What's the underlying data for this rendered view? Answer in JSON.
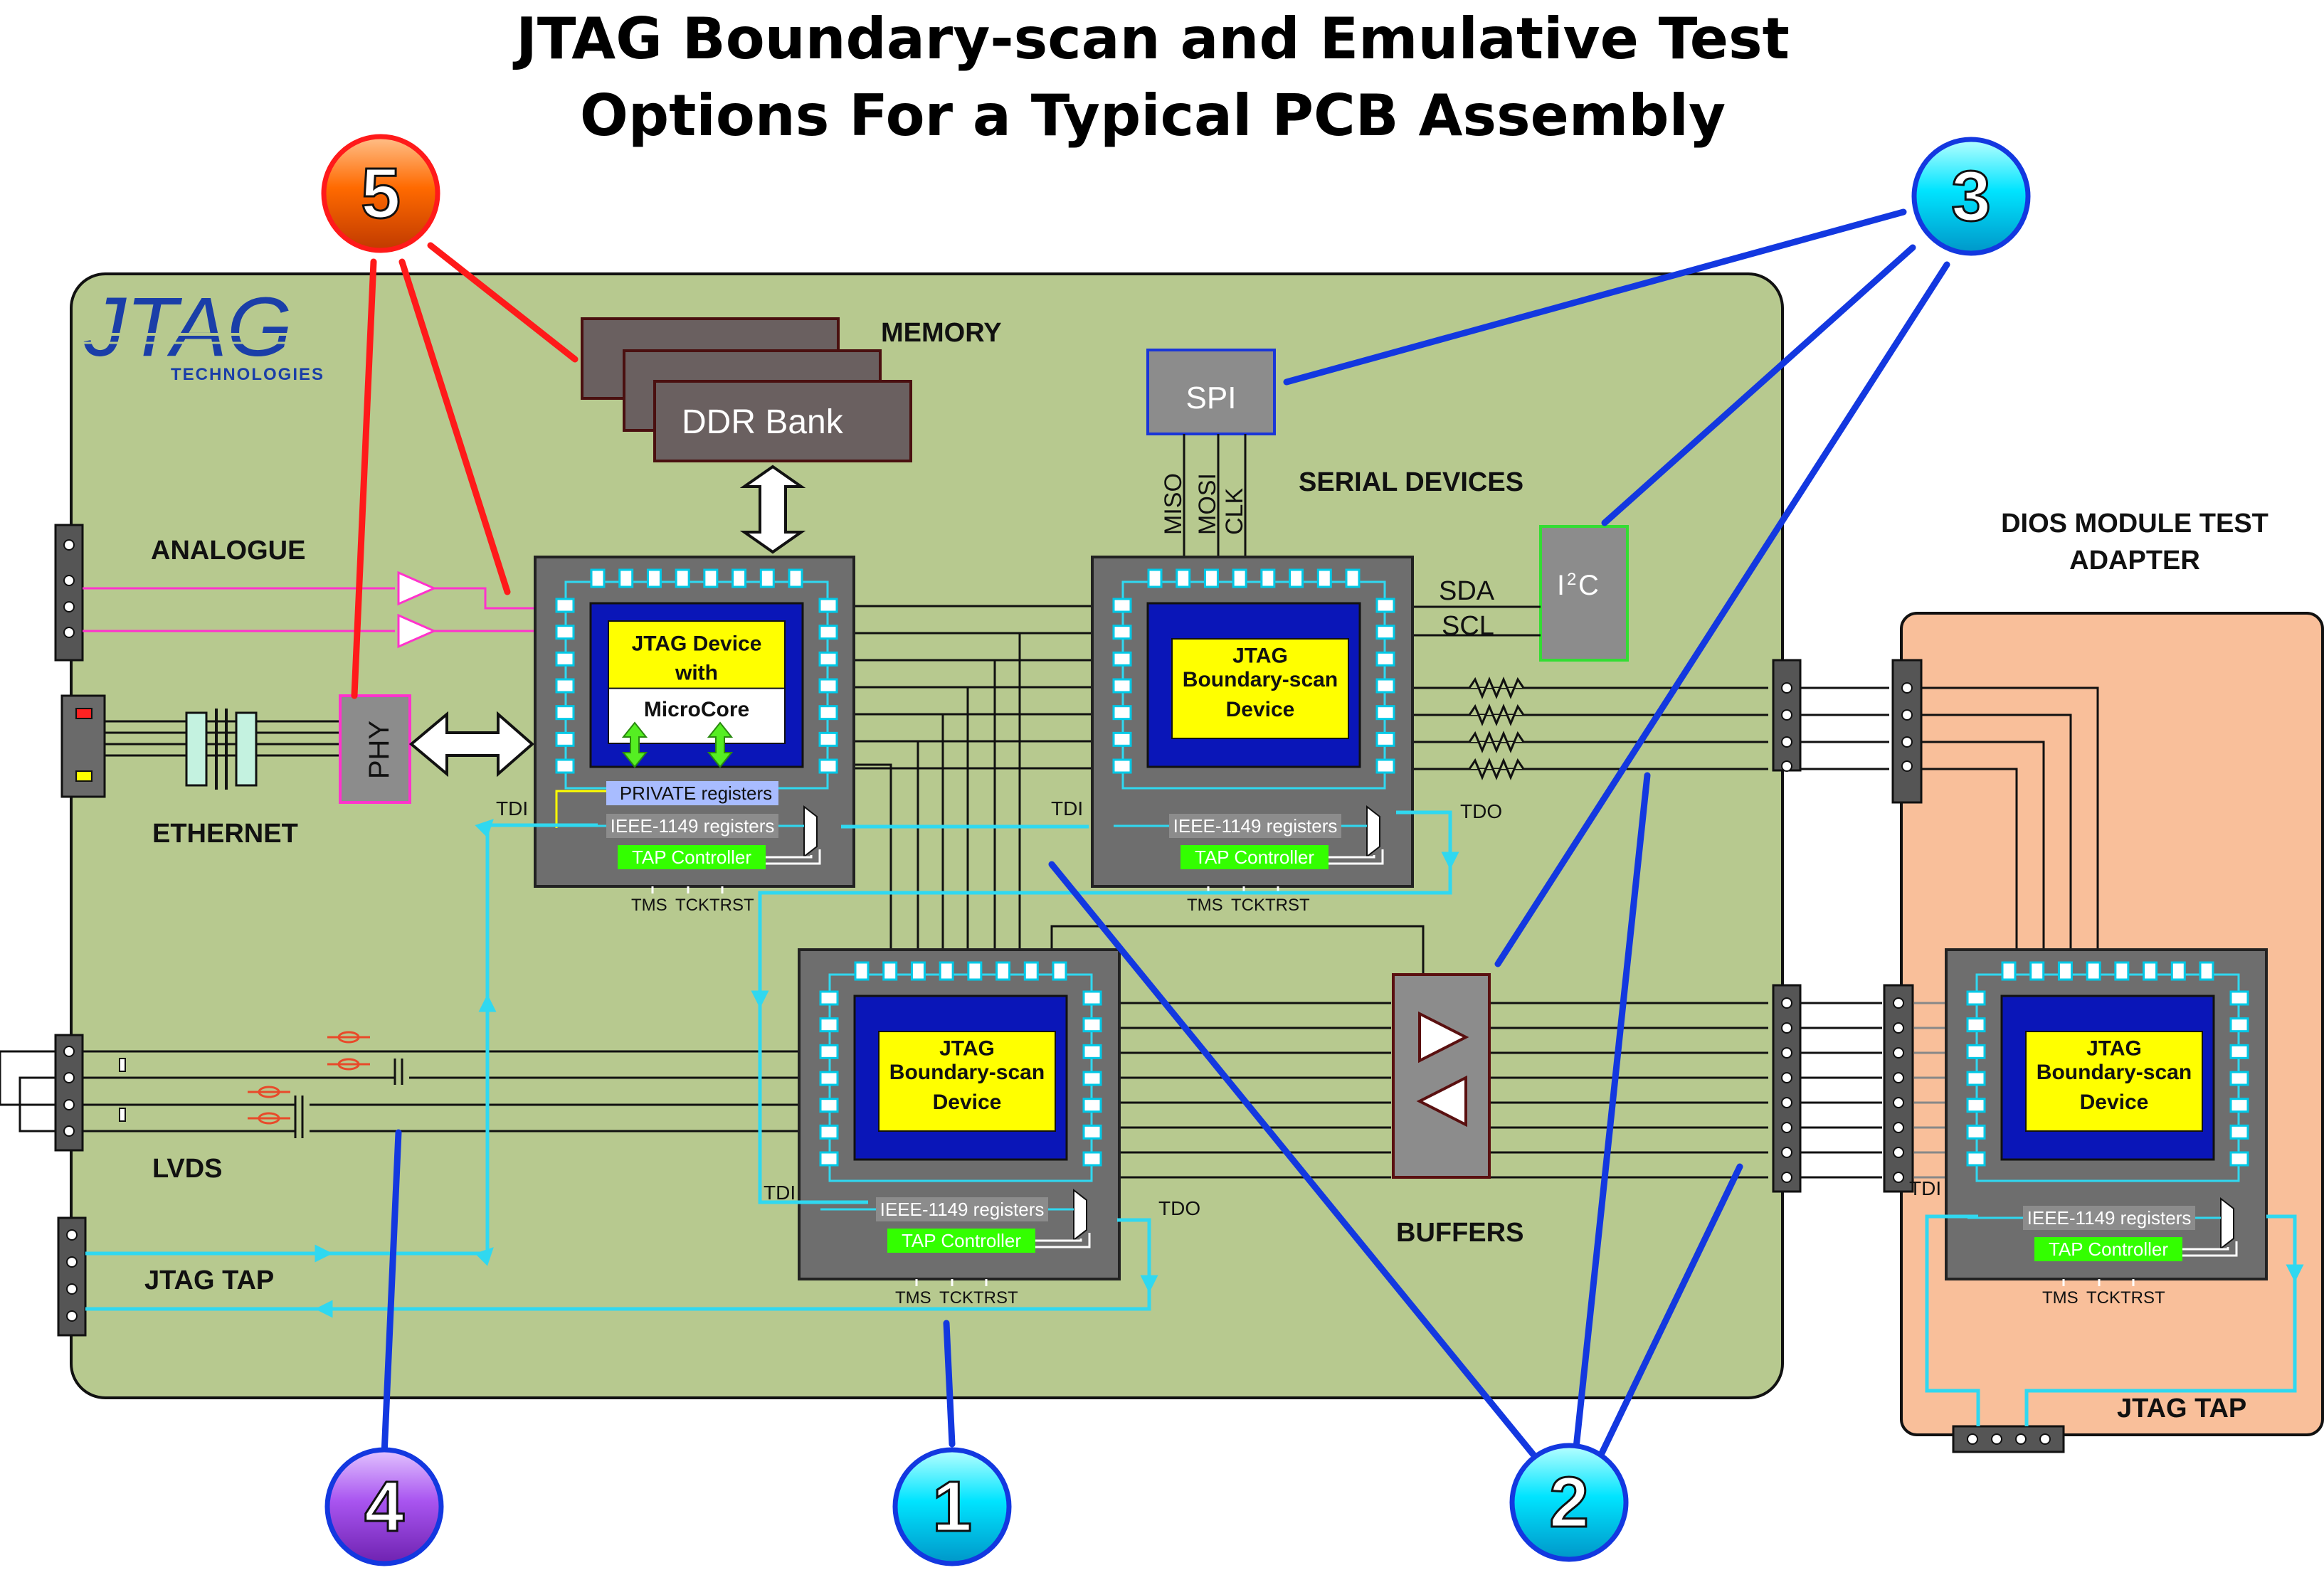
{
  "title": {
    "line1": "JTAG Boundary-scan and Emulative Test",
    "line2": "Options For a Typical PCB Assembly"
  },
  "logo": {
    "name": "JTAG",
    "sub": "TECHNOLOGIES"
  },
  "labels": {
    "memory": "MEMORY",
    "ddr": "DDR Bank",
    "spi": "SPI",
    "miso": "MISO",
    "mosi": "MOSI",
    "clk": "CLK",
    "serial_devices": "SERIAL DEVICES",
    "i2c_i": "I",
    "i2c_2": "2",
    "i2c_c": "C",
    "sda": "SDA",
    "scl": "SCL",
    "analogue": "ANALOGUE",
    "ethernet": "ETHERNET",
    "phy": "PHY",
    "lvds": "LVDS",
    "jtag_tap": "JTAG TAP",
    "buffers": "BUFFERS",
    "dios_line1": "DIOS MODULE TEST",
    "dios_line2": "ADAPTER",
    "dios_jtag_tap": "JTAG TAP",
    "tdi": "TDI",
    "tdo": "TDO"
  },
  "device_main": {
    "line1": "JTAG Device",
    "line2": "with",
    "line3": "MicroCore",
    "private": "PRIVATE registers",
    "ieee": "IEEE-1149 registers",
    "tap": "TAP Controller",
    "tms": "TMS",
    "tck": "TCK",
    "trst": "TRST"
  },
  "device_bs": {
    "line1": "JTAG",
    "line2": "Boundary-scan",
    "line3": "Device",
    "ieee": "IEEE-1149 registers",
    "tap": "TAP Controller",
    "tms": "TMS",
    "tck": "TCK",
    "trst": "TRST"
  },
  "markers": [
    "1",
    "2",
    "3",
    "4",
    "5"
  ],
  "colors": {
    "board": "#b7c98f",
    "dios": "#f9bf9a",
    "chip": "#6e6e6e",
    "die": "#0a16b8",
    "die_label": "#ffff00",
    "cyan": "#30d8f0",
    "tap": "#33ff00",
    "ieee": "#8c8c8c",
    "private": "#a8bcff",
    "marker_blue": "#00e4ff",
    "marker_red": "#ff6a00",
    "marker_purple": "#a955f0",
    "pointer_blue": "#1338e0",
    "pointer_red": "#ff1a1a",
    "analogue": "#ff33cc"
  }
}
